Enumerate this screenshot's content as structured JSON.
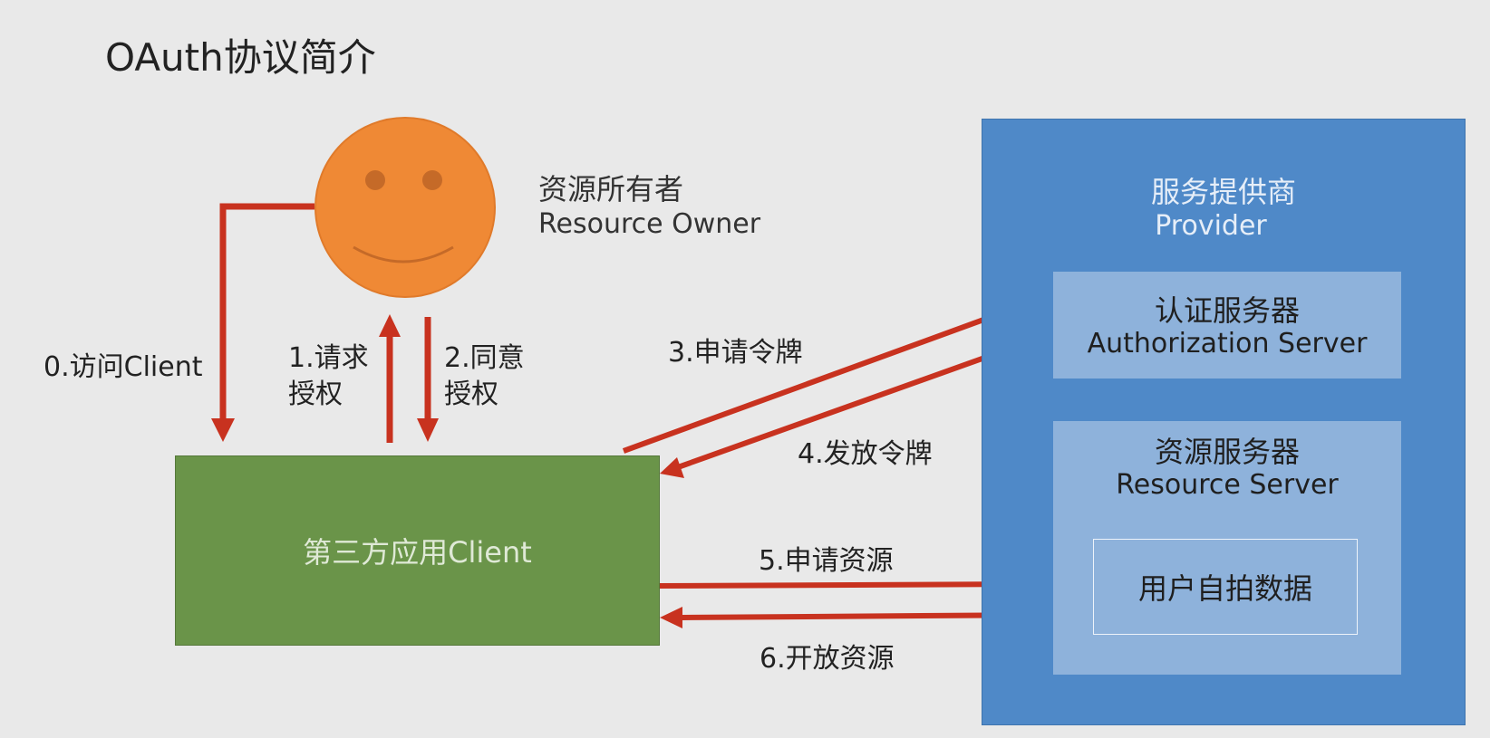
{
  "title": "OAuth协议简介",
  "resource_owner": {
    "label_zh": "资源所有者",
    "label_en": "Resource Owner"
  },
  "provider": {
    "label_zh": "服务提供商",
    "label_en": "Provider",
    "auth_server": {
      "label_zh": "认证服务器",
      "label_en": "Authorization Server"
    },
    "resource_server": {
      "label_zh": "资源服务器",
      "label_en": "Resource Server",
      "data_label": "用户自拍数据"
    }
  },
  "client": {
    "label": "第三方应用Client"
  },
  "steps": {
    "s0": "0.访问Client",
    "s1_line1": "1.请求",
    "s1_line2": "授权",
    "s2_line1": "2.同意",
    "s2_line2": "授权",
    "s3": "3.申请令牌",
    "s4": "4.发放令牌",
    "s5": "5.申请资源",
    "s6": "6.开放资源"
  },
  "colors": {
    "background": "#e9e9e9",
    "provider": "#4f89c8",
    "server_box": "#8eb2db",
    "client": "#6a9449",
    "smiley": "#ef8935",
    "arrow": "#c8321f"
  },
  "icons": {
    "resource_owner": "smiley-face-icon"
  }
}
